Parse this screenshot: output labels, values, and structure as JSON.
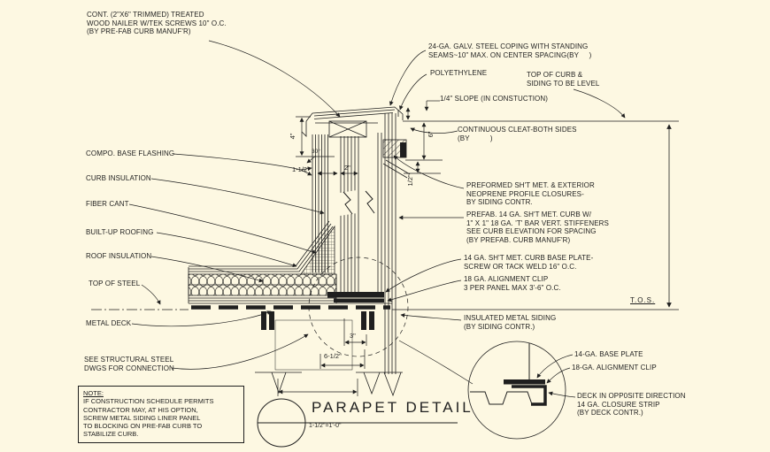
{
  "drawing": {
    "title": "PARAPET  DETAIL",
    "scale": "1-1/2\"=1'-0\"",
    "background_color": "#fdf8e2",
    "ink_color": "#1f1f1f"
  },
  "callouts": {
    "nailer": "CONT. (2\"X6\" TRIMMED) TREATED\nWOOD NAILER W/TEK SCREWS 10\" O.C.\n(BY PRE-FAB CURB MANUF'R)",
    "coping": "24-GA. GALV. STEEL COPING WITH STANDING\nSEAMS~10\" MAX. ON CENTER SPACING(BY     )",
    "polyethylene": "POLYETHYLENE",
    "top_of_curb": "TOP OF CURB &\nSIDING TO BE LEVEL",
    "slope": "1/4\" SLOPE (IN CONSTUCTION)",
    "cleat": "CONTINUOUS CLEAT-BOTH SIDES\n(BY          )",
    "compo_base_flashing": "COMPO. BASE FLASHING",
    "curb_insulation": "CURB INSULATION",
    "fiber_cant": "FIBER CANT",
    "built_up_roofing": "BUILT-UP ROOFING",
    "roof_insulation": "ROOF INSULATION",
    "top_of_steel": "TOP OF STEEL",
    "metal_deck": "METAL DECK",
    "see_structural": "SEE STRUCTURAL STEEL\nDWGS FOR CONNECTION",
    "preformed": "PREFORMED SH'T MET. & EXTERIOR\nNEOPRENE PROFILE CLOSURES-\nBY SIDING CONTR.",
    "prefab_curb": "PREFAB. 14 GA. SH'T MET. CURB W/\n1\" X 1\" 18 GA. 'T' BAR VERT. STIFFENERS\nSEE CURB ELEVATION FOR SPACING\n(BY PREFAB. CURB MANUF'R)",
    "base_plate": "14 GA. SH'T MET. CURB BASE PLATE-\nSCREW OR TACK WELD 16\" O.C.",
    "alignment_clip": "18 GA. ALIGNMENT CLIP\n3 PER PANEL MAX 3'-6\" O.C.",
    "tos": "T.O.S.",
    "insulated_siding": "INSULATED METAL SIDING\n(BY SIDING CONTR.)",
    "detail_base_plate": "14-GA. BASE PLATE",
    "detail_alignment_clip": "18-GA. ALIGNMENT CLIP",
    "detail_deck": "DECK IN OPP0SITE DIRECTION\n14 GA. CLOSURE STRIP\n(BY DECK CONTR.)"
  },
  "dimensions": {
    "nailer_height": "4\"",
    "angle": "30°",
    "flashing_offset": "1-1/2\"",
    "curb_width": "2\"",
    "coping_drop": "6\"",
    "half_inch": "1/2\"",
    "base_offset": "3\"",
    "base_width": "6-1/2\""
  },
  "note": {
    "heading": "NOTE:",
    "body": "IF CONSTRUCTION SCHEDULE PERMITS\nCONTRACTOR MAY, AT HIS OPTION,\nSCREW METAL SIDING LINER PANEL\nTO BLOCKING ON PRE-FAB CURB TO\nSTABILIZE CURB."
  }
}
